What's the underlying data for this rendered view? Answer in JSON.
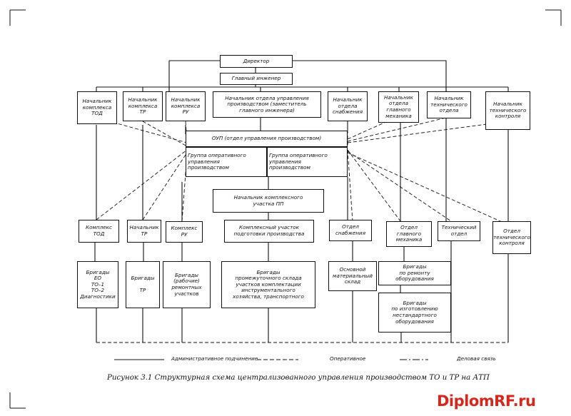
{
  "boxes": {
    "director": "Директор",
    "chief_engineer": "Главный инженер",
    "head_tod": "Начальник\nкомплекса\nТОД",
    "head_tr": "Начальник\nкомплекса\nТР",
    "head_ru": "Начальник\nкомплекса\nРУ",
    "head_oup": "Начальник отдела управления\nпроизводством (заместитель\nглавного инженера)",
    "head_supply": "Начальник\nотдела\nснабжения",
    "head_chief_mech": "Начальник\nотдела\nглавного\nмеханика",
    "head_tech_dept": "Начальник\nтехнического\nотдела",
    "head_tech_control": "Начальник\nтехнического\nконтроля",
    "oup": "ОУП (отдел управления производством)",
    "group_left": "Группа оперативного\nуправления\nпроизводством",
    "group_right": "Группа оперативного\nуправления\nпроизводством",
    "head_pp": "Начальник комплексного\nучастка ПП",
    "complex_tod": "Комплекс\nТОД",
    "head_tr_low": "Начальник\nТР",
    "complex_ru": "Комплекс\nРУ",
    "prep_area": "Комплексный участок\nподготовки производства",
    "supply_dept": "Отдел\nснабжения",
    "chief_mech_dept": "Отдел\nглавного\nмеханика",
    "tech_dept": "Технический\nотдел",
    "tech_control_dept": "Отдел\nтехнического\nконтроля",
    "brig_to": "Бригады\nЕО\nТО–1\nТО–2\nДиагностики",
    "brig_tr": "Бригады\n\nТР",
    "brig_repair": "Бригады\n(рабочие)\nремонтных\nучастков",
    "brig_warehouse": "Бригады\nпромежуточного склада\nучастков комплектации\nинструментального\nхозяйства, транспортного",
    "main_warehouse": "Основной\nматериальный\nсклад",
    "brig_equip_repair": "Бригады\nпо ремонту\nоборудования",
    "brig_nonstandard": "Бригады\nпо изготовлению\nнестандартного\nоборудования"
  },
  "legend": {
    "admin": "Административное подчинение",
    "oper": "Оперативное",
    "functional": "Деловая связь"
  },
  "caption": "Рисунок 3.1 Структурная схема централизованного управления производством ТО и ТР на АТП",
  "watermark": {
    "brand": "Diplom",
    "accent": "RF",
    "suffix": ".ru",
    "color": "#d6271c"
  }
}
